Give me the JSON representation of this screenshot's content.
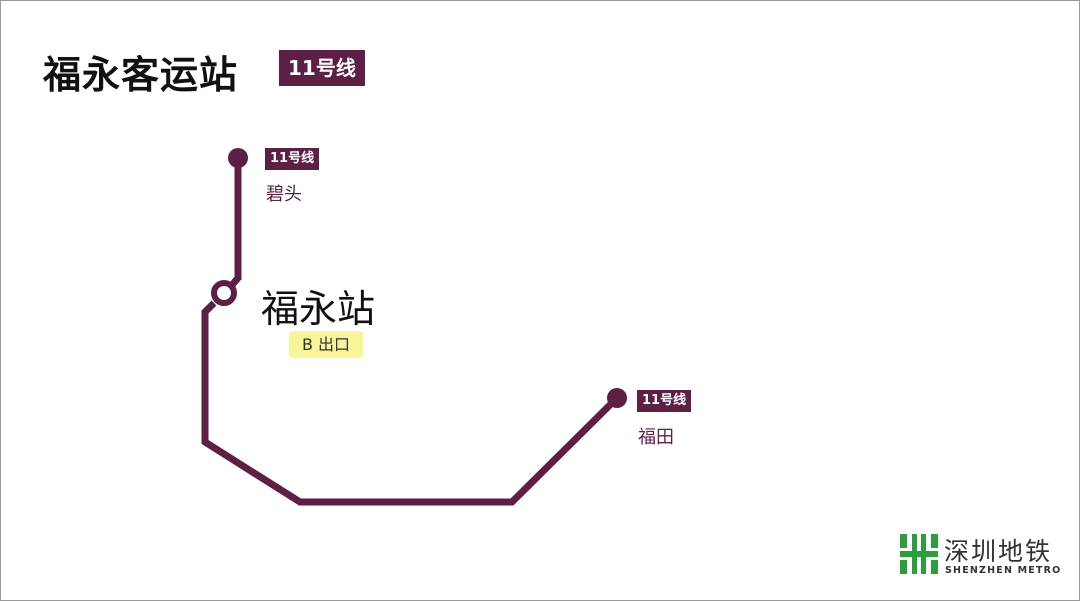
{
  "header": {
    "title": "福永客运站",
    "line_badge": "11号线"
  },
  "colors": {
    "line": "#5e1f45",
    "exit_highlight": "#f7f49a",
    "logo_green": "#2e9e3c"
  },
  "map": {
    "current_station": "福永站",
    "exit": "B 出口",
    "terminals": [
      {
        "line": "11号线",
        "name": "碧头"
      },
      {
        "line": "11号线",
        "name": "福田"
      }
    ]
  },
  "logo": {
    "cn": "深圳地铁",
    "en": "SHENZHEN METRO"
  }
}
